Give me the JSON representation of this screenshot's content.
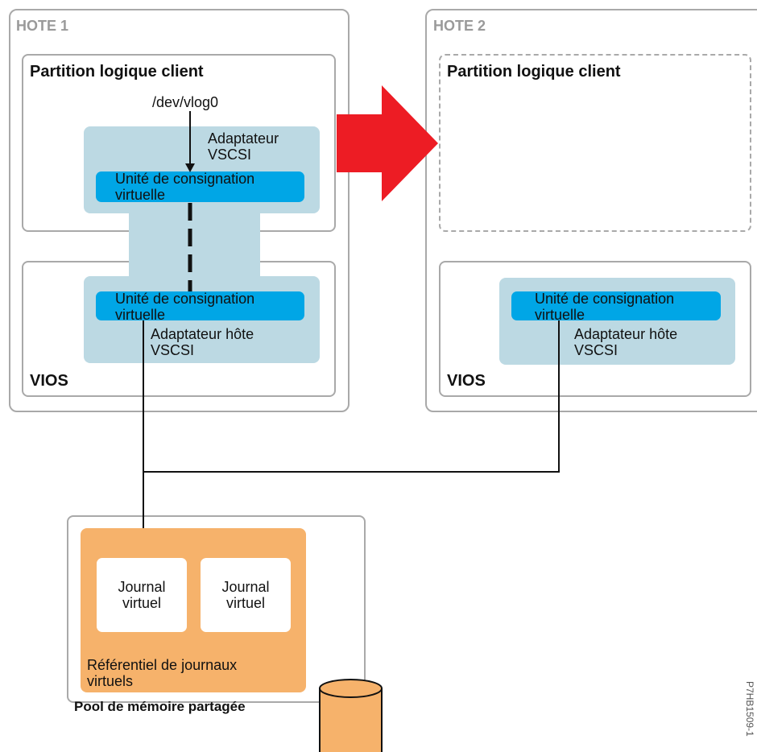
{
  "host1": {
    "label": "HOTE 1",
    "client_partition": "Partition logique client",
    "device_path": "/dev/vlog0",
    "client_adapter": "Adaptateur\nVSCSI",
    "client_log_device": "Unité de consignation\nvirtuelle",
    "vios_log_device": "Unité de consignation\nvirtuelle",
    "vios_host_adapter": "Adaptateur hôte\nVSCSI",
    "vios_label": "VIOS"
  },
  "host2": {
    "label": "HOTE 2",
    "client_partition": "Partition logique client",
    "vios_log_device": "Unité de consignation\nvirtuelle",
    "vios_host_adapter": "Adaptateur hôte\nVSCSI",
    "vios_label": "VIOS"
  },
  "pool": {
    "label": "Pool de mémoire partagée",
    "repository": "Référentiel de journaux\nvirtuels",
    "journals": [
      "Journal\nvirtuel",
      "Journal\nvirtuel"
    ]
  },
  "figure_code": "P7HB1509-1",
  "colors": {
    "migration_arrow": "#ed1c24",
    "adapter_region": "#bcd9e3",
    "log_device_bar": "#00a6e6",
    "repository": "#f6b26b",
    "border": "#a9a9a9"
  }
}
